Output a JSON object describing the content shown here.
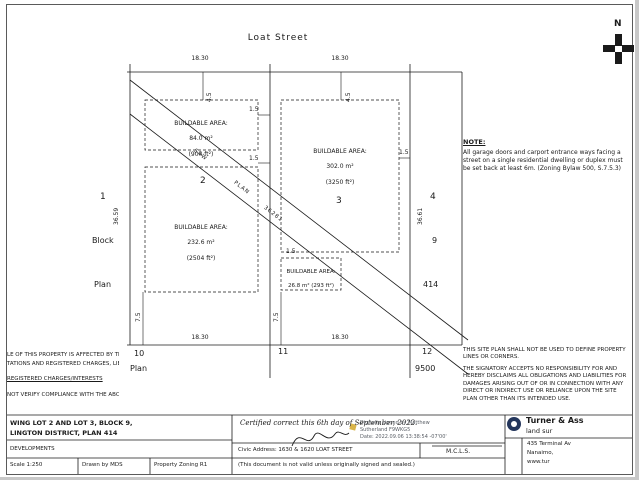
{
  "drawing": {
    "street_label": "Loat Street",
    "north_label": "N",
    "lots": {
      "lot2": "2",
      "lot3": "3",
      "left_1": "1",
      "left_block": "Block",
      "left_plan": "Plan",
      "right_4": "4",
      "right_9": "9",
      "right_414": "414",
      "bottom_10": "10",
      "bottom_plan": "Plan",
      "bottom_11": "11",
      "bottom_12": "12",
      "bottom_9500": "9500"
    },
    "dims": {
      "w1830": "18.30",
      "h_left": "36.59",
      "h_right": "36.61",
      "d45": "4.5",
      "d15": "1.5",
      "d75": "7.5"
    },
    "srw": {
      "t1": "SRW",
      "t2": "PLAN",
      "t3": "36281"
    },
    "buildable": {
      "a1": {
        "h": "BUILDABLE AREA:",
        "m": "84.0 m²",
        "i": "(904 ft²)"
      },
      "a2": {
        "h": "BUILDABLE AREA:",
        "m": "302.0 m²",
        "i": "(3250 ft²)"
      },
      "a3": {
        "h": "BUILDABLE AREA:",
        "m": "232.6 m²",
        "i": "(2504 ft²)"
      },
      "a4": {
        "h": "BUILDABLE AREA:",
        "m": "26.8 m² (293 ft²)",
        "i": ""
      }
    }
  },
  "note": {
    "heading": "NOTE:",
    "body": "All garage doors and carport entrance ways facing a street on a single residential dwelling or duplex must be set back at least 6m. (Zoning Bylaw 500, S.7.5.3)"
  },
  "side_disclaimer": {
    "p1": "THIS SITE PLAN SHALL NOT BE USED TO DEFINE PROPERTY LINES OR CORNERS.",
    "p2": "THE SIGNATORY ACCEPTS NO RESPONSIBILITY FOR AND HEREBY DISCLAIMS ALL OBLIGATIONS AND LIABILITIES FOR DAMAGES ARISING OUT OF OR IN CONNECTION WITH ANY DIRECT OR INDIRECT USE OR RELIANCE UPON THE SITE PLAN OTHER THAN ITS INTENDED USE."
  },
  "left_note": {
    "l1": "LE OF THIS PROPERTY IS AFFECTED BY THE",
    "l2": "TATIONS AND REGISTERED CHARGES, LIENS",
    "l3": "REGISTERED CHARGES/INTERESTS",
    "l4": "NOT VERIFY COMPLIANCE WITH THE ABOVE"
  },
  "title_block": {
    "title_l1": "WING LOT 2 AND LOT 3, BLOCK 9,",
    "title_l2": "LINGTON DISTRICT, PLAN 414",
    "client": "DEVELOPMENTS",
    "scale": "Scale 1:250",
    "drawn_by": "Drawn by MDS",
    "zoning": "Property Zoning R1",
    "civic_address": "Civic Address: 1630 & 1620 LOAT STREET",
    "certified": "Certified correct this 6th day of September, 2022.",
    "sig_l1": "Digitally signed by Matthew",
    "sig_l2": "Sutherland F9WKG5",
    "sig_l3": "Date: 2022.09.06 13:38:54 -07'00'",
    "designation": "M.C.L.S.",
    "validity": "(This document is not valid unless originally signed and sealed.)",
    "firm_name": "Turner & Ass",
    "firm_sub": "land sur",
    "addr_l1": "435 Terminal Av",
    "addr_l2": "Nanaimo,",
    "addr_l3": "www.tur"
  }
}
